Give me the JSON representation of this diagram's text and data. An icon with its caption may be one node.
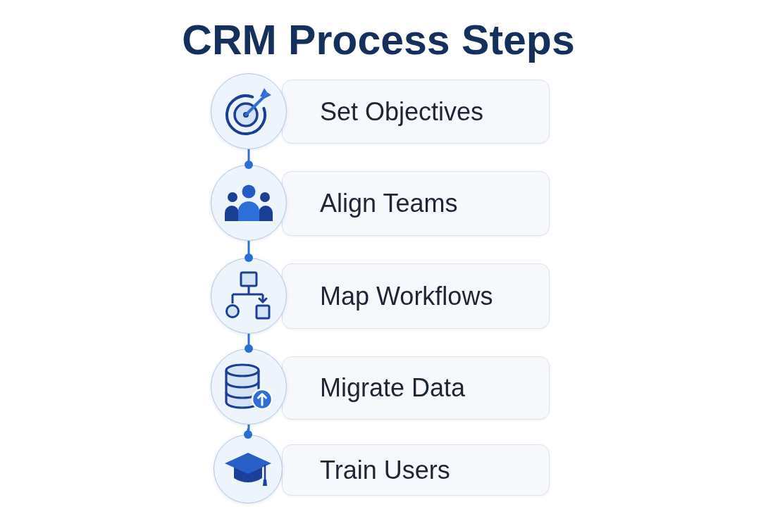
{
  "diagram": {
    "title": "CRM Process Steps",
    "nodes": [
      {
        "text": [],
        "shape": "circle"
      },
      {
        "text": [
          "Set Objectives"
        ]
      },
      {
        "text": [],
        "shape": "circle"
      },
      {
        "text": [
          "Align Teams"
        ]
      },
      {
        "text": [],
        "shape": "circle"
      },
      {
        "text": [
          "Map Workflows"
        ]
      },
      {
        "text": [],
        "shape": "circle"
      },
      {
        "text": [
          "Migrate Data"
        ]
      },
      {
        "text": [],
        "shape": "circle"
      },
      {
        "text": [
          "Train Users"
        ]
      }
    ],
    "edges": [
      {
        "from": 0,
        "to": 2,
        "arrow": "other"
      },
      {
        "from": 2,
        "to": 4,
        "arrow": "other"
      },
      {
        "from": 4,
        "to": 6,
        "arrow": "other"
      },
      {
        "from": 6,
        "to": 8,
        "arrow": "other"
      }
    ]
  }
}
